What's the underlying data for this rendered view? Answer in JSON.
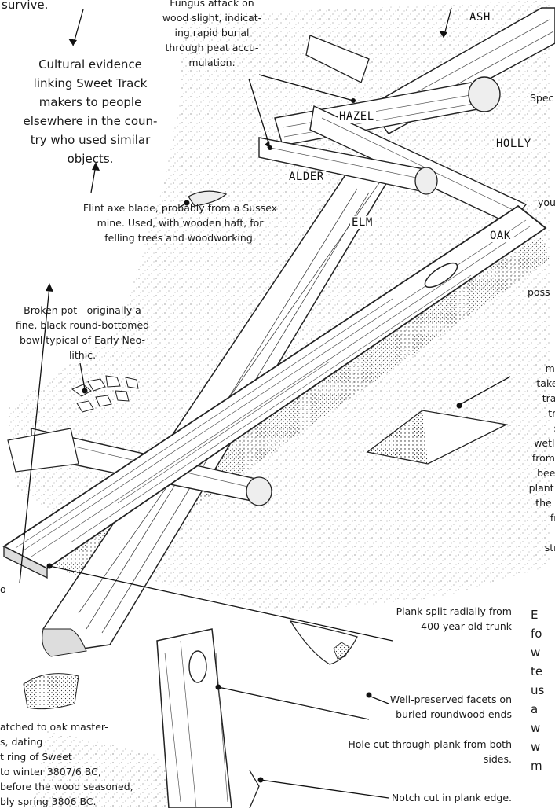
{
  "labels": {
    "survive": "survive.",
    "fungus": "Fungus attack on\nwood slight, indicat-\ning rapid burial\nthrough peat accu-\nmulation.",
    "cultural": "Cultural evidence\nlinking Sweet Track\nmakers to people\nelsewhere in the coun-\ntry who used similar\nobjects.",
    "flint": "Flint axe blade, probably from a Sussex\nmine. Used, with wooden haft, for\nfelling trees and woodworking.",
    "pot": "Broken pot - originally a\nfine, black round-bottomed\nbowl typical of Early Neo-\nlithic.",
    "plank_split": "Plank split radially from\n400 year old trunk",
    "facets": "Well-preserved facets on\nburied roundwood ends",
    "hole": "Hole cut through plank from both\nsides.",
    "notch": "Notch cut in plank edge.",
    "matched": "atched to oak master-\ns, dating\nt ring of Sweet\nto winter 3807/6 BC,\nbefore the wood seasoned,\nbly spring 3806 BC.",
    "right_spec": "Spec",
    "right_you": "you",
    "right_poss": "poss",
    "right_loc": "Loc\nmono\ntaken a\ntrack l\ntrack\nstru\nwetland\nfrom ide\nbeetles\nplant ren\nthe pea\nfrom\nand\nstruct",
    "right_bottom": "E\nfo\nw\nte\nus\na\nw\nw\nm",
    "left_o": "o"
  },
  "woods": {
    "ash": "ASH",
    "hazel": "HAZEL",
    "holly": "HOLLY",
    "alder": "ALDER",
    "elm": "ELM",
    "oak": "OAK"
  }
}
